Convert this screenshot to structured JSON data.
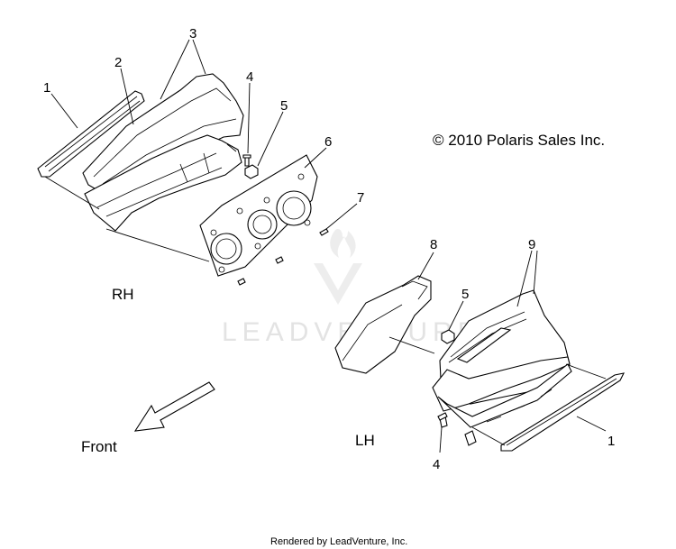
{
  "copyright": "© 2010 Polaris Sales Inc.",
  "watermark": "LEADVENTURE",
  "footer": "Rendered by LeadVenture, Inc.",
  "groups": {
    "rh": "RH",
    "lh": "LH",
    "front": "Front"
  },
  "callouts": {
    "rh_1": "1",
    "rh_2": "2",
    "rh_3": "3",
    "rh_4": "4",
    "rh_5": "5",
    "rh_6": "6",
    "rh_7": "7",
    "lh_8": "8",
    "lh_9": "9",
    "lh_5": "5",
    "lh_1": "1",
    "lh_4": "4"
  }
}
